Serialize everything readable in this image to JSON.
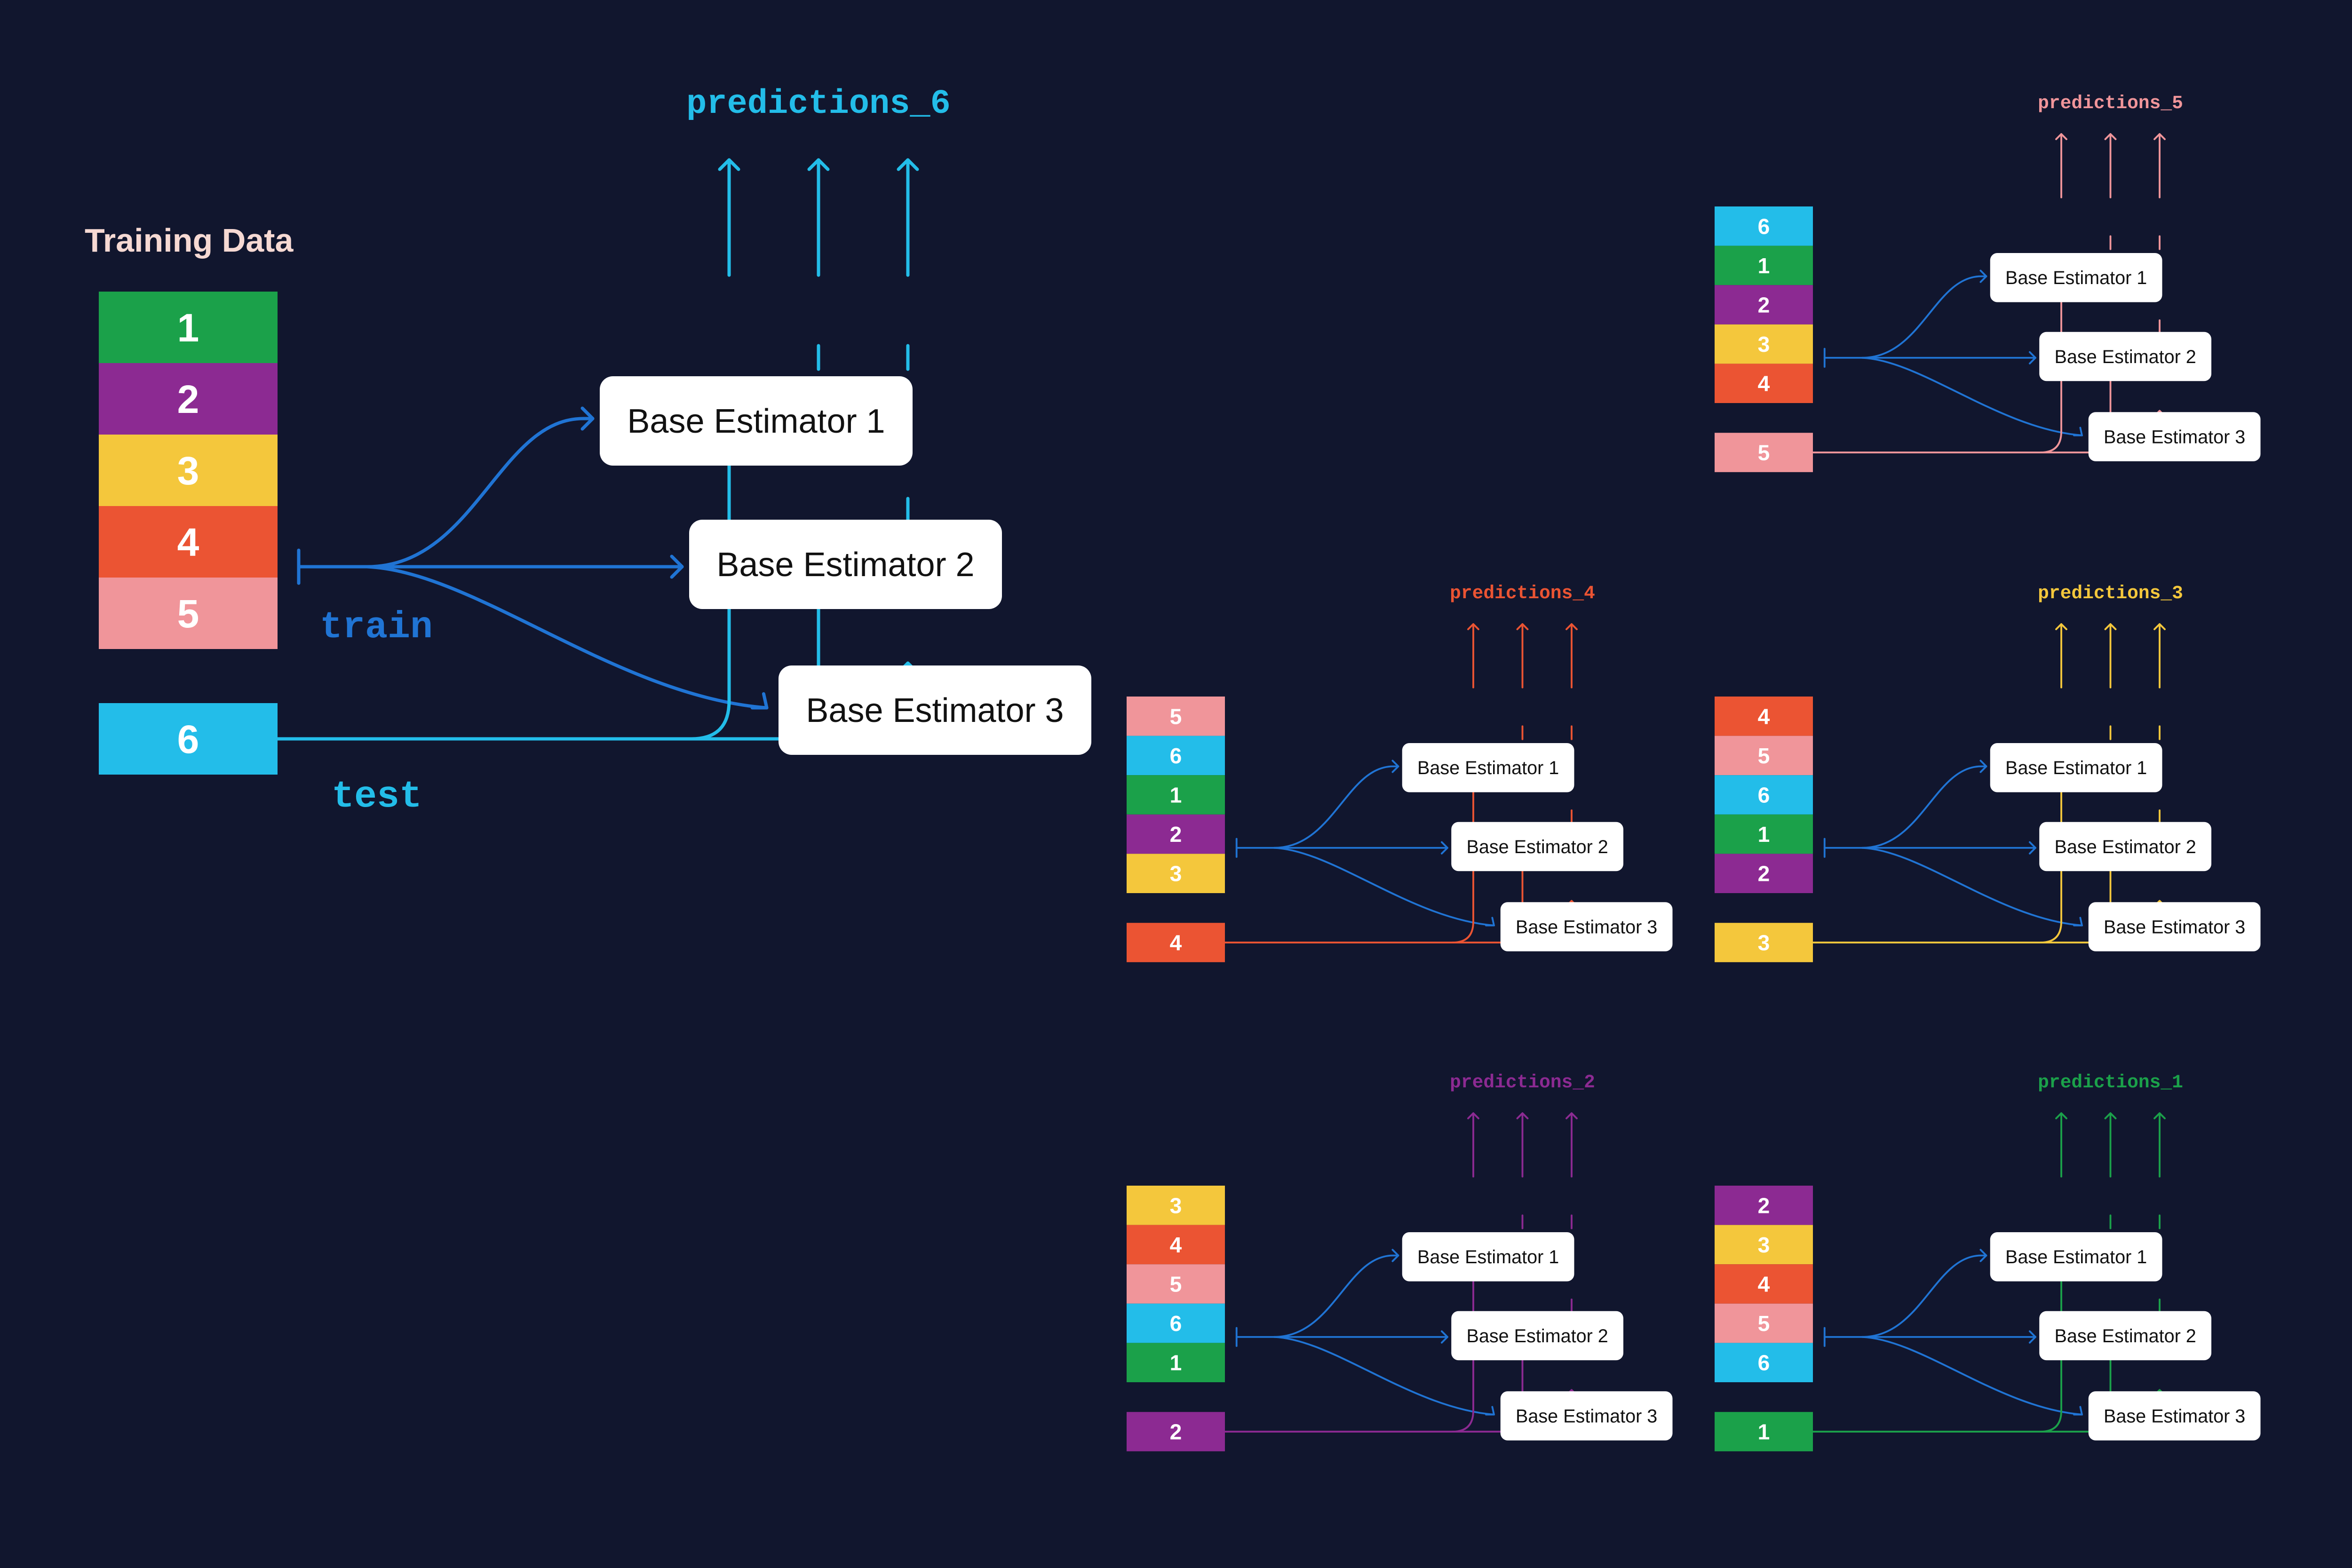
{
  "diagram": {
    "background": "#11162e",
    "training_data_label": "Training Data",
    "train_label": "train",
    "test_label": "test",
    "estimator_labels": [
      "Base Estimator 1",
      "Base Estimator 2",
      "Base Estimator 3"
    ],
    "train_color": "#2074d4",
    "fold_colors": {
      "1": "#1ba14a",
      "2": "#8c2a92",
      "3": "#f4c73c",
      "4": "#eb5433",
      "5": "#f0959a",
      "6": "#23bde9"
    },
    "main": {
      "title": "predictions_6",
      "train_folds": [
        "1",
        "2",
        "3",
        "4",
        "5"
      ],
      "test_fold": "6"
    },
    "panels": [
      {
        "id": "p5",
        "title": "predictions_5",
        "train_folds": [
          "6",
          "1",
          "2",
          "3",
          "4"
        ],
        "test_fold": "5"
      },
      {
        "id": "p4",
        "title": "predictions_4",
        "train_folds": [
          "5",
          "6",
          "1",
          "2",
          "3"
        ],
        "test_fold": "4"
      },
      {
        "id": "p3",
        "title": "predictions_3",
        "train_folds": [
          "4",
          "5",
          "6",
          "1",
          "2"
        ],
        "test_fold": "3"
      },
      {
        "id": "p2",
        "title": "predictions_2",
        "train_folds": [
          "3",
          "4",
          "5",
          "6",
          "1"
        ],
        "test_fold": "2"
      },
      {
        "id": "p1",
        "title": "predictions_1",
        "train_folds": [
          "2",
          "3",
          "4",
          "5",
          "6"
        ],
        "test_fold": "1"
      }
    ]
  }
}
